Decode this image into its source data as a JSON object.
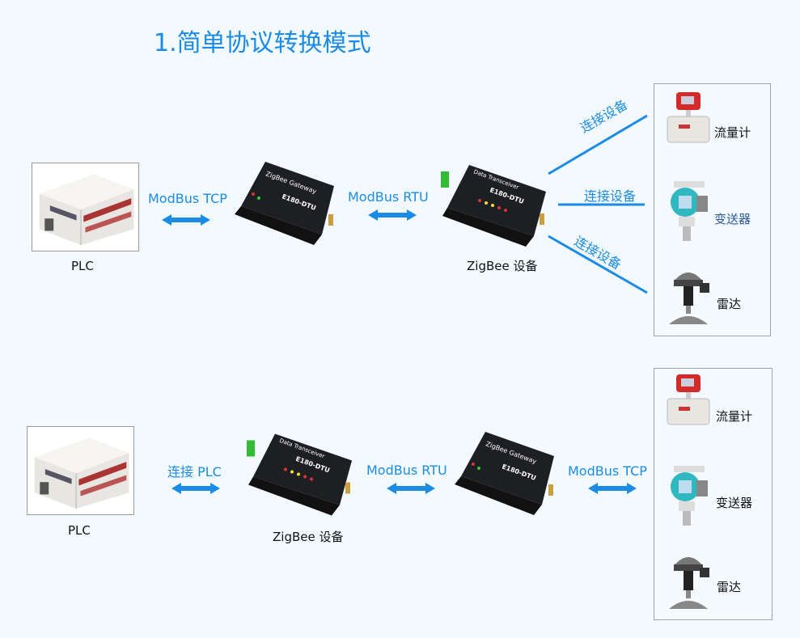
{
  "title": "1.简单协议转换模式",
  "colors": {
    "accent": "#1b8be6",
    "device": "#1e1f22"
  },
  "top": {
    "plc_label": "PLC",
    "link1": "ModBus TCP",
    "gateway": {
      "name": "ZigBee Gateway",
      "model": "E180-DTU"
    },
    "link2": "ModBus RTU",
    "transceiver": {
      "name": "Data Transceiver",
      "model": "E180-DTU"
    },
    "transceiver_label": "ZigBee 设备",
    "connect_labels": [
      "连接设备",
      "连接设备",
      "连接设备"
    ],
    "devices": [
      {
        "label": "流量计",
        "icon": "flowmeter-icon"
      },
      {
        "label": "变送器",
        "icon": "transmitter-icon"
      },
      {
        "label": "雷达",
        "icon": "radar-icon"
      }
    ]
  },
  "bottom": {
    "plc_label": "PLC",
    "link1": "连接 PLC",
    "transceiver": {
      "name": "Data Transceiver",
      "model": "E180-DTU"
    },
    "transceiver_label": "ZigBee 设备",
    "link2": "ModBus RTU",
    "gateway": {
      "name": "ZigBee Gateway",
      "model": "E180-DTU"
    },
    "link3": "ModBus TCP",
    "devices": [
      {
        "label": "流量计",
        "icon": "flowmeter-icon"
      },
      {
        "label": "变送器",
        "icon": "transmitter-icon"
      },
      {
        "label": "雷达",
        "icon": "radar-icon"
      }
    ]
  }
}
